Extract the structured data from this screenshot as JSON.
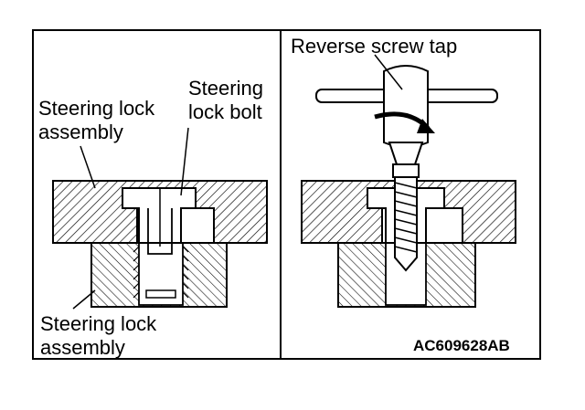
{
  "figure": {
    "left_panel": {
      "label_top_left": [
        "Steering lock",
        "assembly"
      ],
      "label_bolt": [
        "Steering",
        "lock bolt"
      ],
      "label_bottom": [
        "Steering lock",
        "assembly"
      ]
    },
    "right_panel": {
      "label_tool": "Reverse screw tap"
    },
    "figure_code": "AC609628AB"
  }
}
